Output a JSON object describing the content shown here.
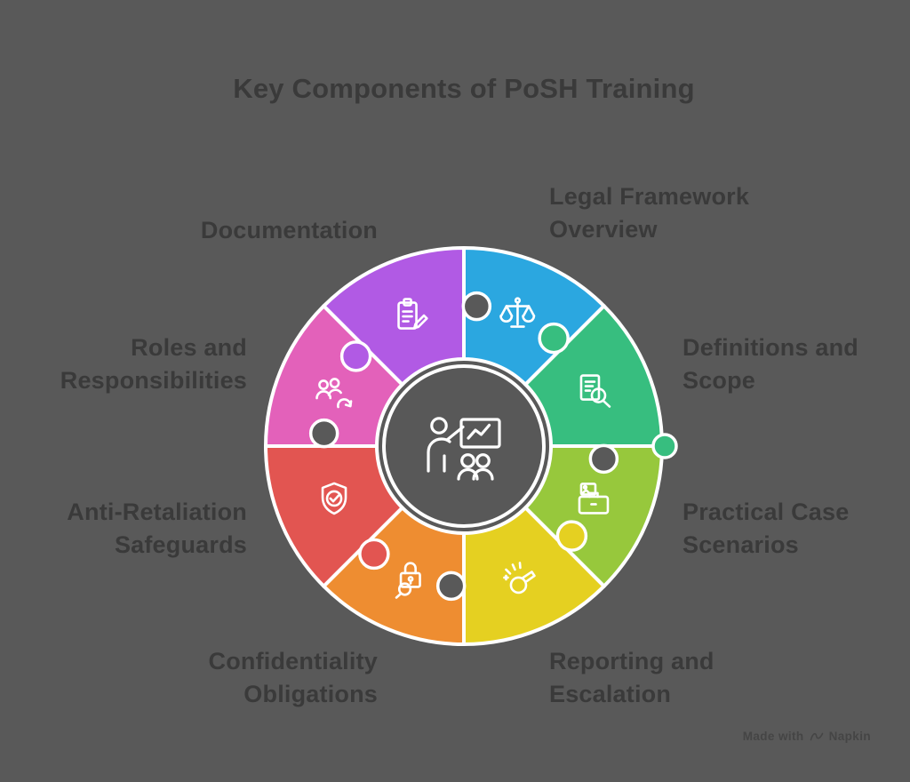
{
  "title": "Key Components of PoSH Training",
  "colors": {
    "background": "#595959",
    "text": "#3a3a3a",
    "center_fill": "#585858",
    "piece_outline": "#ffffff",
    "watermark_text": "#454545"
  },
  "center": {
    "icon": "trainer-presentation-icon"
  },
  "segments": [
    {
      "label": "Legal Framework Overview",
      "color": "#2BA7E0",
      "icon": "scales-icon"
    },
    {
      "label": "Definitions and Scope",
      "color": "#37BE7F",
      "icon": "document-magnifier-icon"
    },
    {
      "label": "Practical Case Scenarios",
      "color": "#97C83C",
      "icon": "briefcase-icon"
    },
    {
      "label": "Reporting and Escalation",
      "color": "#E5D021",
      "icon": "whistle-icon"
    },
    {
      "label": "Confidentiality Obligations",
      "color": "#EE8D31",
      "icon": "lock-magnifier-icon"
    },
    {
      "label": "Anti-Retaliation Safeguards",
      "color": "#E25551",
      "icon": "shield-check-icon"
    },
    {
      "label": "Roles and Responsibilities",
      "color": "#E361BA",
      "icon": "people-roles-icon"
    },
    {
      "label": "Documentation",
      "color": "#B15AE4",
      "icon": "clipboard-icon"
    }
  ],
  "watermark": {
    "prefix": "Made with",
    "brand": "Napkin"
  }
}
